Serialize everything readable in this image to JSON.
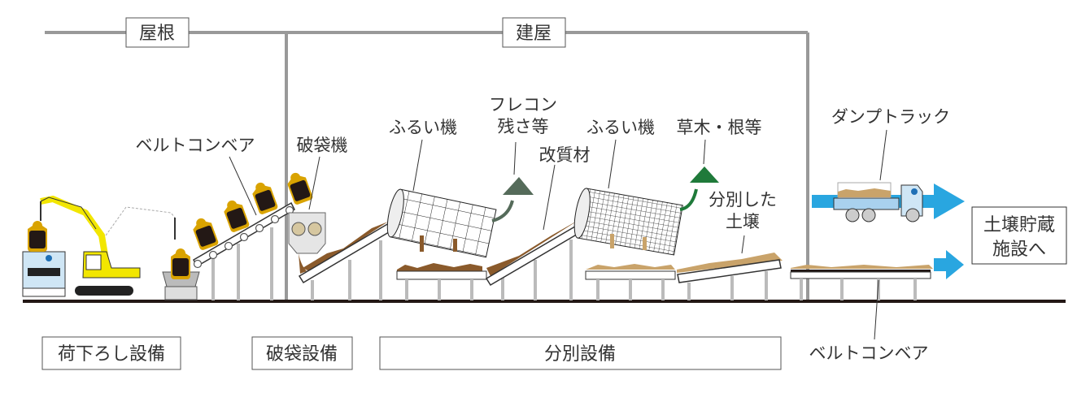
{
  "building": {
    "roof_label": "屋根",
    "building_label": "建屋"
  },
  "labels": {
    "belt_conveyor_top": "ベルトコンベア",
    "bag_breaker": "破袋機",
    "sieve_1": "ふるい機",
    "flecon_line1": "フレコン",
    "flecon_line2": "残さ等",
    "modifier": "改質材",
    "sieve_2": "ふるい機",
    "vegetation": "草木・根等",
    "sorted_soil_line1": "分別した",
    "sorted_soil_line2": "土壌",
    "dump_truck": "ダンプトラック",
    "storage_line1": "土壌貯蔵",
    "storage_line2": "施設へ",
    "belt_conveyor_bottom": "ベルトコンベア"
  },
  "sections": {
    "unloading": "荷下ろし設備",
    "bag_breaking": "破袋設備",
    "sorting": "分別設備"
  },
  "colors": {
    "soil_raw": "#8a5a2b",
    "soil_sorted": "#c9a36a",
    "residue": "#556b5a",
    "vegetation": "#1f7a3a",
    "flow_arrow": "#29a6e0",
    "excavator": "#f2e600",
    "bag": "#231815",
    "bag_rim": "#d9a300"
  }
}
